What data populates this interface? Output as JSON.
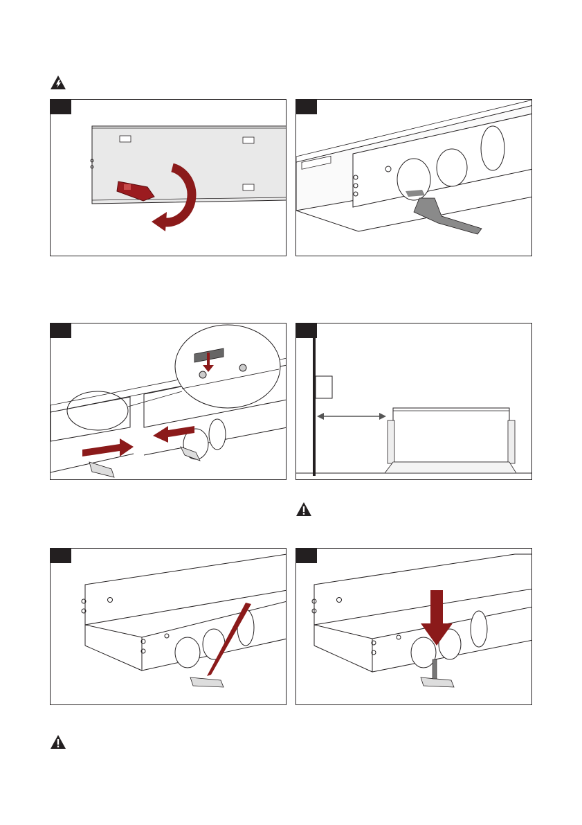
{
  "page": {
    "icons": {
      "top_left": "electrical-hazard-icon",
      "caution_middle": "warning-triangle-icon",
      "caution_bottom": "warning-triangle-icon"
    },
    "panels": [
      {
        "id": "step-1",
        "illustration": "remove-red-tab-rotate-arrow"
      },
      {
        "id": "step-2",
        "illustration": "mounting-bracket-through-knockout"
      },
      {
        "id": "step-3",
        "illustration": "join-channels-connector-plate-screws"
      },
      {
        "id": "step-4",
        "illustration": "wall-clearance-distance-arrow"
      },
      {
        "id": "step-5",
        "illustration": "mark-position-with-pencil"
      },
      {
        "id": "step-6",
        "illustration": "insert-fixing-down-arrow"
      }
    ],
    "colors": {
      "accent_red": "#8b1a1a",
      "line": "#231f20",
      "metal": "#f2f2f2"
    }
  }
}
